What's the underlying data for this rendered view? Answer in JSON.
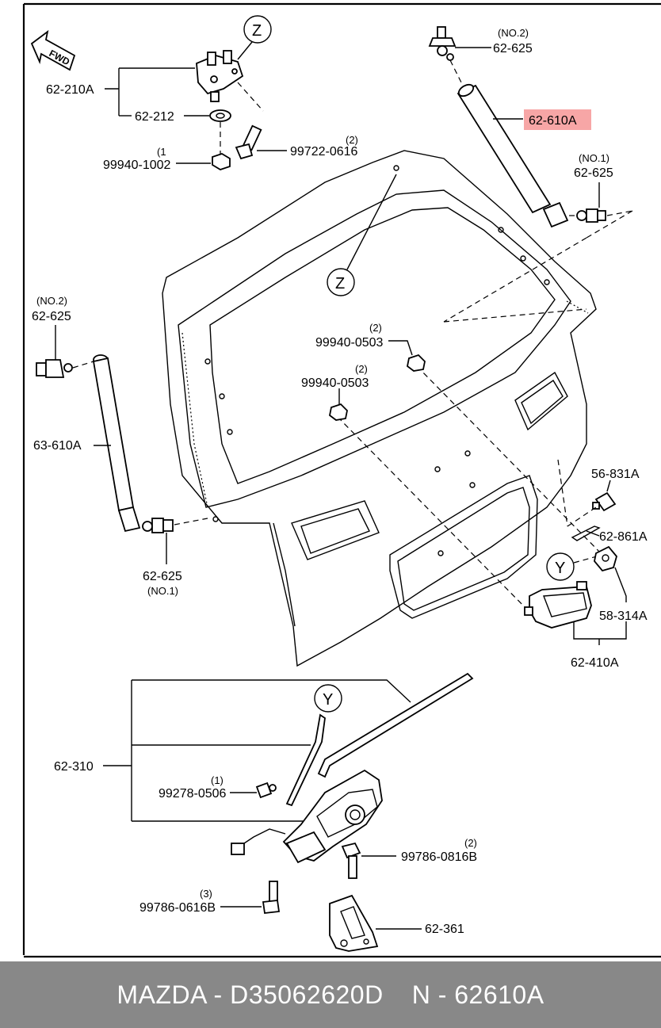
{
  "labels": {
    "fwd": "FWD",
    "z": "Z",
    "y": "Y",
    "p62210A": "62-210A",
    "p62212": "62-212",
    "q1_9994010": "(1",
    "p999401002": "99940-1002",
    "q2_9972206": "(2)",
    "p997220616": "99722-0616",
    "no2_top": "(NO.2)",
    "p62625_top": "62-625",
    "p62610A": "62-610A",
    "no1_right": "(NO.1)",
    "p62625_right": "62-625",
    "no2_left": "(NO.2)",
    "p62625_left": "62-625",
    "q2_0503a": "(2)",
    "p999400503a": "99940-0503",
    "q2_0503b": "(2)",
    "p999400503b": "99940-0503",
    "p63610A": "63-610A",
    "p62625_bottom": "62-625",
    "no1_bottom": "(NO.1)",
    "p56831A": "56-831A",
    "p62861A": "62-861A",
    "p58314A": "58-314A",
    "p62410A": "62-410A",
    "p62310": "62-310",
    "q1_0506": "(1)",
    "p992780506": "99278-0506",
    "q2_0816": "(2)",
    "p997860816B": "99786-0816B",
    "q3_0616": "(3)",
    "p997860616B": "99786-0616B",
    "p62361": "62-361"
  },
  "highlight_color": "#f7a6a6",
  "footer": {
    "brand_part": "MAZDA - D35062620D",
    "ref_part": "N - 62610A"
  }
}
